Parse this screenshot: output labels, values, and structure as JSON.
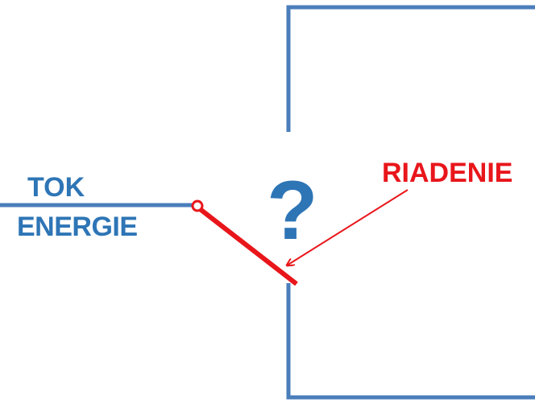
{
  "labels": {
    "energy_flow_line1": "TOK",
    "energy_flow_line2": "ENERGIE",
    "control": "RIADENIE",
    "question_mark": "?"
  },
  "colors": {
    "wire_blue": "#4a7ebb",
    "text_blue": "#2e75b6",
    "switch_red": "#e8161b"
  },
  "icons": {
    "switch": "open-switch-icon",
    "arrow": "arrow-icon"
  }
}
